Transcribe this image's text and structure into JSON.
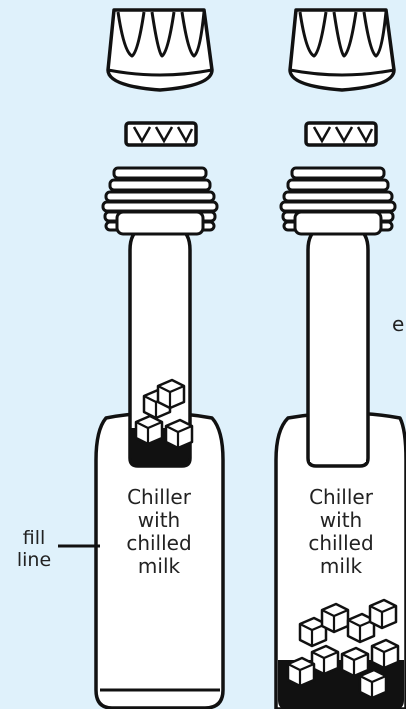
{
  "diagram": {
    "left_bottle_text": [
      "Chiller",
      "with",
      "chilled",
      "milk"
    ],
    "right_bottle_text": [
      "Chiller",
      "with",
      "chilled",
      "milk"
    ],
    "fill_line_label": [
      "fill",
      "line"
    ],
    "cropped_edge_text": "e"
  },
  "colors": {
    "background": "#dff1fb",
    "outline": "#111111",
    "ice_fill": "#ffffff",
    "chiller_liquid": "#111111"
  },
  "icons": {
    "lid": "bottle-cap-icon",
    "ring": "collar-ring-icon",
    "ice": "ice-cube-icon"
  }
}
